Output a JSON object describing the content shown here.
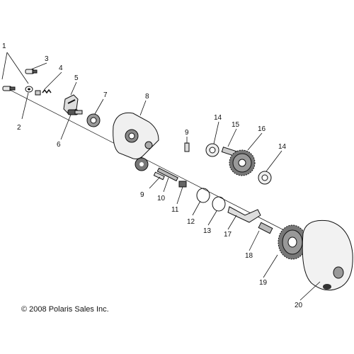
{
  "diagram": {
    "copyright": "© 2008 Polaris Sales Inc.",
    "callouts": [
      {
        "id": "1",
        "label": "1"
      },
      {
        "id": "2",
        "label": "2"
      },
      {
        "id": "3",
        "label": "3"
      },
      {
        "id": "4",
        "label": "4"
      },
      {
        "id": "5",
        "label": "5"
      },
      {
        "id": "6",
        "label": "6"
      },
      {
        "id": "7",
        "label": "7"
      },
      {
        "id": "8",
        "label": "8"
      },
      {
        "id": "9a",
        "label": "9"
      },
      {
        "id": "9b",
        "label": "9"
      },
      {
        "id": "10",
        "label": "10"
      },
      {
        "id": "11",
        "label": "11"
      },
      {
        "id": "12",
        "label": "12"
      },
      {
        "id": "13",
        "label": "13"
      },
      {
        "id": "14a",
        "label": "14"
      },
      {
        "id": "14b",
        "label": "14"
      },
      {
        "id": "15",
        "label": "15"
      },
      {
        "id": "16",
        "label": "16"
      },
      {
        "id": "17",
        "label": "17"
      },
      {
        "id": "18",
        "label": "18"
      },
      {
        "id": "19",
        "label": "19"
      },
      {
        "id": "20",
        "label": "20"
      }
    ]
  }
}
